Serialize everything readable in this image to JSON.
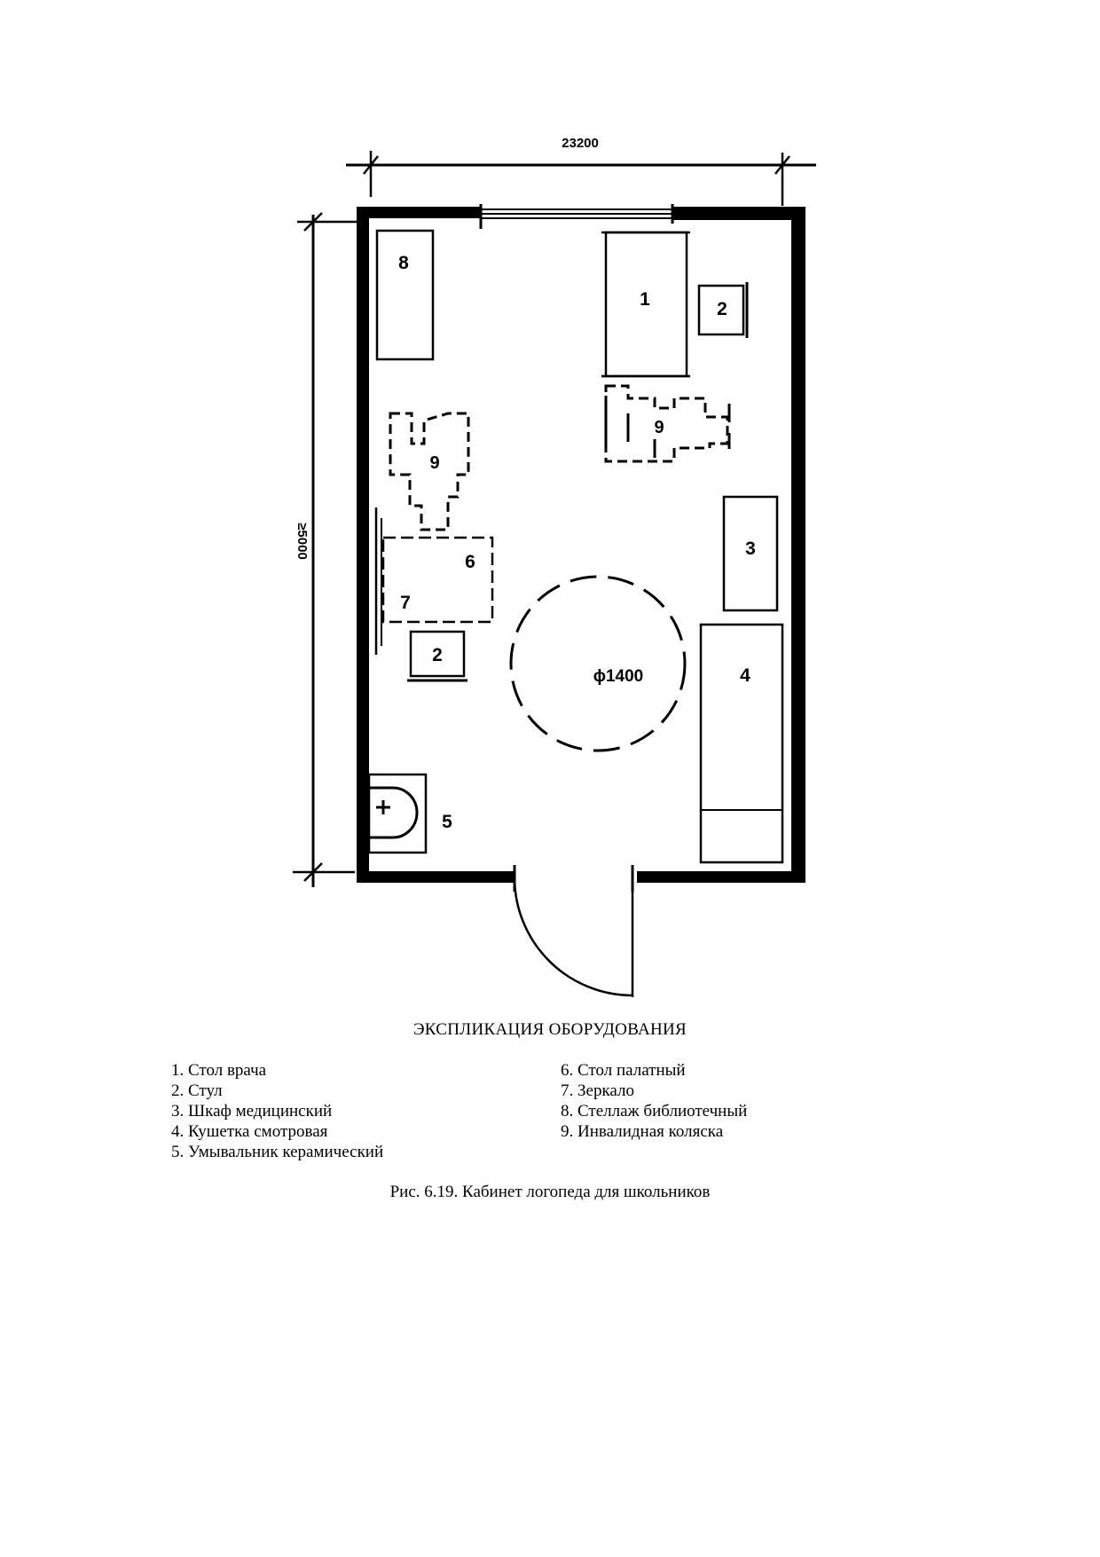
{
  "plan": {
    "dim_width": "23200",
    "dim_height": "≥5000",
    "circle_label": "ϕ1400",
    "labels": {
      "desk": "1",
      "chair_top": "2",
      "chair_bottom": "2",
      "cabinet": "3",
      "couch": "4",
      "sink": "5",
      "table": "6",
      "mirror": "7",
      "shelf": "8",
      "wheelchair_left": "9",
      "wheelchair_right": "9"
    }
  },
  "explication": {
    "title": "ЭКСПЛИКАЦИЯ ОБОРУДОВАНИЯ",
    "items_left": [
      "1. Стол врача",
      "2. Стул",
      "3. Шкаф медицинский",
      "4. Кушетка смотровая",
      "5. Умывальник керамический"
    ],
    "items_right": [
      "6. Стол палатный",
      "7. Зеркало",
      "8. Стеллаж библиотечный",
      "9. Инвалидная коляска"
    ]
  },
  "caption": "Рис. 6.19. Кабинет логопеда для школьников"
}
